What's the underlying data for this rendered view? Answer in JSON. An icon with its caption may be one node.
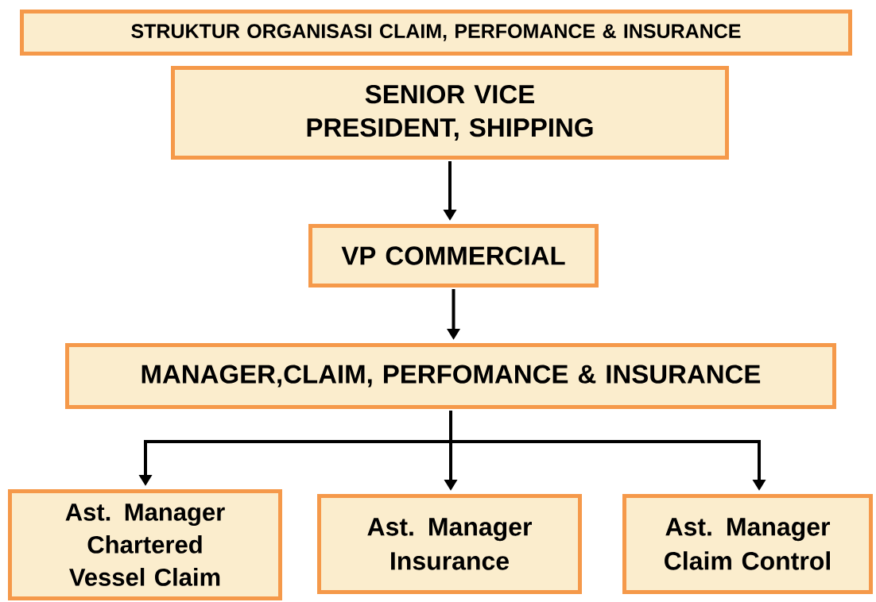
{
  "diagram": {
    "nodes": [
      {
        "text": [
          "STRUKTUR ORGANISASI CLAIM, PERFOMANCE & INSURANCE"
        ]
      },
      {
        "text": [
          "SENIOR VICE PRESIDENT, SHIPPING"
        ]
      },
      {
        "text": [
          "VP COMMERCIAL"
        ]
      },
      {
        "text": [
          "MANAGER,CLAIM, PERFOMANCE & INSURANCE"
        ]
      },
      {
        "text": [
          "Ast. Manager Chartered Vessel Claim"
        ]
      },
      {
        "text": [
          "Ast. Manager Insurance"
        ]
      },
      {
        "text": [
          "Ast. Manager Claim Control"
        ]
      }
    ],
    "edges": [
      {
        "from": 1,
        "to": 2,
        "arrow": "to"
      },
      {
        "from": 2,
        "to": 3,
        "arrow": "to"
      },
      {
        "from": 3,
        "to": 4,
        "arrow": "to"
      },
      {
        "from": 3,
        "to": 5,
        "arrow": "to"
      },
      {
        "from": 3,
        "to": 6,
        "arrow": "to"
      }
    ]
  }
}
